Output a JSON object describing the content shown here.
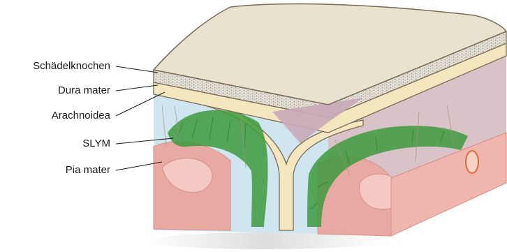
{
  "labels": {
    "skull": "Schädelknochen",
    "dura": "Dura mater",
    "arachnoid": "Arachnoidea",
    "slym": "SLYM",
    "pia": "Pia mater"
  },
  "colors": {
    "skull_top": "#e8e2cf",
    "bone_speckle": "#bdb8ad",
    "dura": "#f4e7bf",
    "dura_outline": "#7a6a55",
    "sinus": "#c9a8b8",
    "csf_space": "#cfe6f0",
    "slym_green": "#3d9a3d",
    "brain": "#e9a9a3",
    "brain_light": "#f4c9c3",
    "vessel": "#e7643c"
  }
}
